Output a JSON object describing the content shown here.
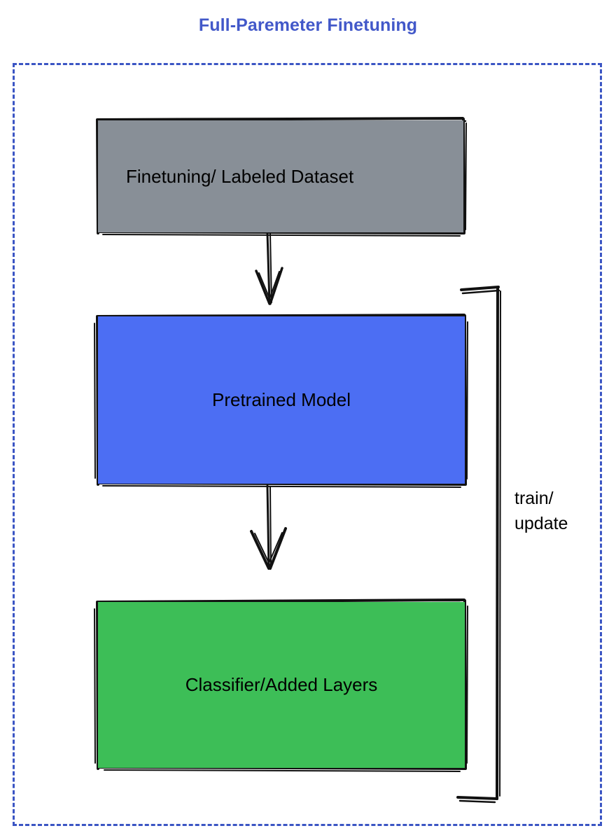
{
  "diagram": {
    "title": "Full-Paremeter Finetuning",
    "title_color": "#4258c9",
    "frame": {
      "style": "dashed",
      "color": "#3b55c4"
    },
    "nodes": [
      {
        "id": "dataset",
        "label": "Finetuning/ Labeled Dataset",
        "fill": "#888f97",
        "shape": "rectangle",
        "stroke": "#000000"
      },
      {
        "id": "pretrained",
        "label": "Pretrained Model",
        "fill": "#4c6ef3",
        "shape": "rectangle",
        "stroke": "#000000"
      },
      {
        "id": "classifier",
        "label": "Classifier/Added Layers",
        "fill": "#3dbe57",
        "shape": "rectangle",
        "stroke": "#000000"
      }
    ],
    "edges": [
      {
        "id": "dataset-to-pretrained",
        "from": "dataset",
        "to": "pretrained",
        "label": "",
        "arrow": "down"
      },
      {
        "id": "pretrained-to-classifier",
        "from": "pretrained",
        "to": "classifier",
        "label": "",
        "arrow": "down"
      },
      {
        "id": "feedback-loop",
        "from": "pretrained",
        "to": "classifier",
        "label_line1": "train/",
        "label_line2": "update",
        "arrow": "none"
      }
    ]
  }
}
